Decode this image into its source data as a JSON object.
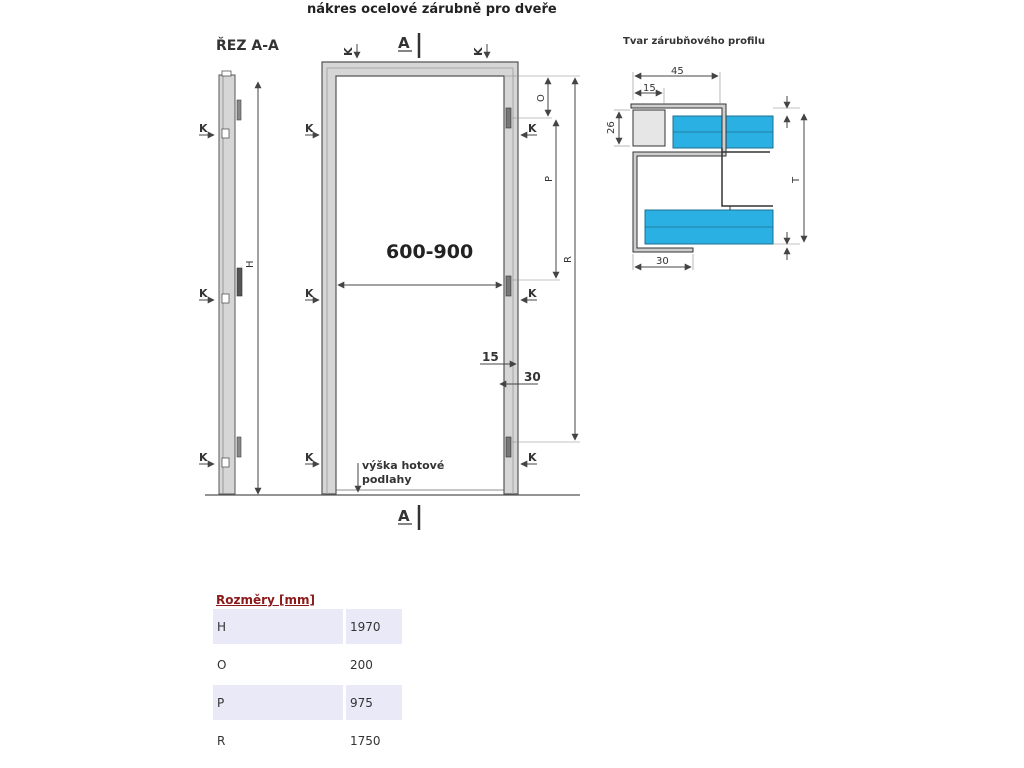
{
  "title": "nákres ocelové zárubně pro dveře",
  "section_label": "ŘEZ A-A",
  "profile_title": "Tvar zárubňového profilu",
  "width_range": "600-900",
  "floor_note_line1": "výška hotové",
  "floor_note_line2": "podlahy",
  "cut_marker": "A",
  "anchor_label": "K",
  "dim_labels": {
    "H": "H",
    "O": "O",
    "P": "P",
    "R": "R",
    "T": "T",
    "d15": "15",
    "d30": "30",
    "p45": "45",
    "p15": "15",
    "p26": "26",
    "p30": "30"
  },
  "dimensions_table": {
    "title": "Rozměry [mm]",
    "rows": [
      {
        "key": "H",
        "value": "1970"
      },
      {
        "key": "O",
        "value": "200"
      },
      {
        "key": "P",
        "value": "975"
      },
      {
        "key": "R",
        "value": "1750"
      }
    ]
  },
  "colors": {
    "frame": "#d6d6d6",
    "line": "#444444",
    "fill_blue": "#2bb0e3"
  }
}
